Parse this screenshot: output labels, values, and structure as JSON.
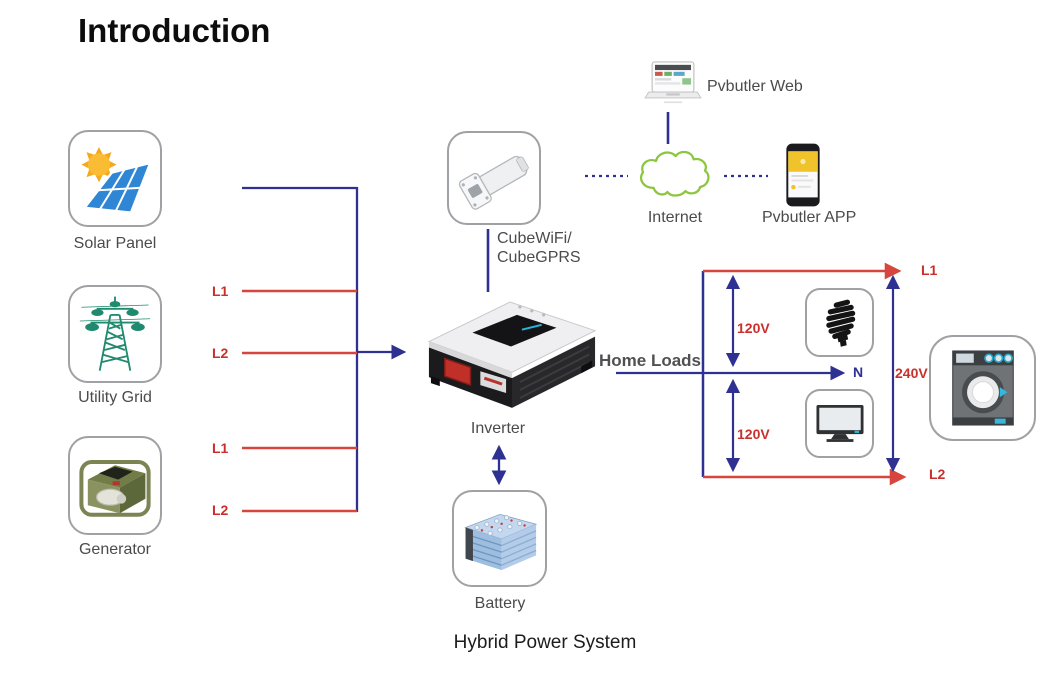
{
  "page": {
    "title": "Introduction",
    "caption": "Hybrid Power System"
  },
  "colors": {
    "wire_navy": "#2e3192",
    "wire_red": "#d6453e",
    "label_red": "#c9302b",
    "cloud_green": "#8cc63e",
    "tower_teal": "#1f8a6e",
    "label_gray": "#4a4b4d"
  },
  "sources": [
    {
      "label": "Solar Panel",
      "icon": "solar-panel-icon"
    },
    {
      "label": "Utility Grid",
      "icon": "utility-grid-icon"
    },
    {
      "label": "Generator",
      "icon": "generator-icon"
    }
  ],
  "input_lines": {
    "utility_l1": "L1",
    "utility_l2": "L2",
    "generator_l1": "L1",
    "generator_l2": "L2"
  },
  "gateway": {
    "label_line1": "CubeWiFi/",
    "label_line2": "CubeGPRS"
  },
  "inverter": {
    "label": "Inverter"
  },
  "battery": {
    "label": "Battery"
  },
  "monitoring": {
    "web_label": "Pvbutler Web",
    "internet_label": "Internet",
    "app_label": "Pvbutler APP"
  },
  "output": {
    "home_loads_label": "Home Loads",
    "neutral_label": "N",
    "line1_label": "L1",
    "line2_label": "L2",
    "voltage_top": "120V",
    "voltage_bottom": "120V",
    "voltage_full": "240V"
  }
}
